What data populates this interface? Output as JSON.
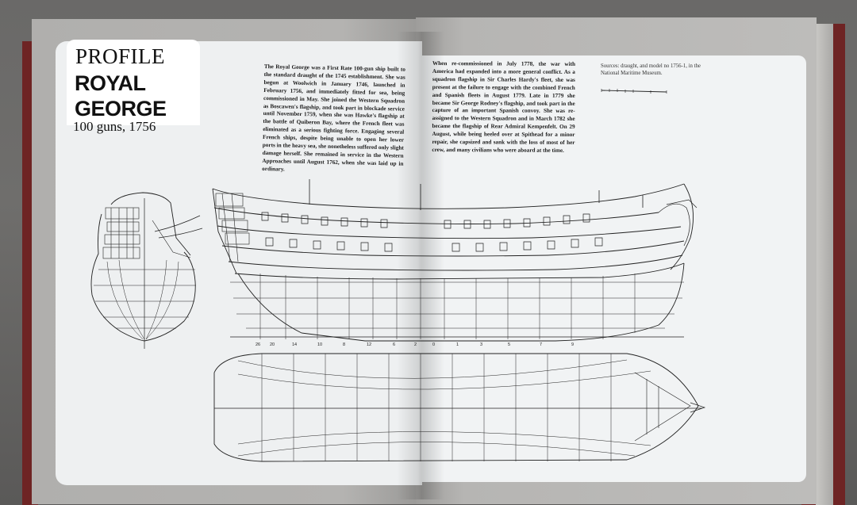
{
  "book": {
    "heading": "PROFILE",
    "ship_name_line1": "ROYAL",
    "ship_name_line2": "GEORGE",
    "subtitle": "100 guns, 1756",
    "text_col1": "The Royal George was a First Rate 100-gun ship built to the standard draught of the 1745 establishment. She was begun at Woolwich in January 1746, launched in February 1756, and immediately fitted for sea, being commissioned in May. She joined the Western Squadron as Boscawen's flagship, and took part in blockade service until November 1759, when she was Hawke's flagship at the battle of Quiberon Bay, where the French fleet was eliminated as a serious fighting force. Engaging several French ships, despite being unable to open her lower ports in the heavy sea, she nonetheless suffered only slight damage herself. She remained in service in the Western Approaches until August 1762, when she was laid up in ordinary.",
    "text_col2": "When re-commissioned in July 1778, the war with America had expanded into a more general conflict. As a squadron flagship in Sir Charles Hardy's fleet, she was present at the failure to engage with the combined French and Spanish fleets in August 1779. Late in 1779 she became Sir George Rodney's flagship, and took part in the capture of an important Spanish convoy. She was re-assigned to the Western Squadron and in March 1782 she became the flagship of Rear Admiral Kempenfelt. On 29 August, while being heeled over at Spithead for a minor repair, she capsized and sank with the loss of most of her crew, and many civilians who were aboard at the time.",
    "sources": "Sources: draught, and model no 1756-1, in the National Maritime Museum.",
    "frame_numbers": [
      "26",
      "20",
      "14",
      "10",
      "8",
      "12",
      "6",
      "2",
      "0",
      "1",
      "3",
      "5",
      "7",
      "9"
    ]
  },
  "colors": {
    "page_panel": "#eef0f1",
    "page_margin": "#b4b3b1",
    "cover": "#6e2424",
    "ink": "#1b1b1b"
  }
}
